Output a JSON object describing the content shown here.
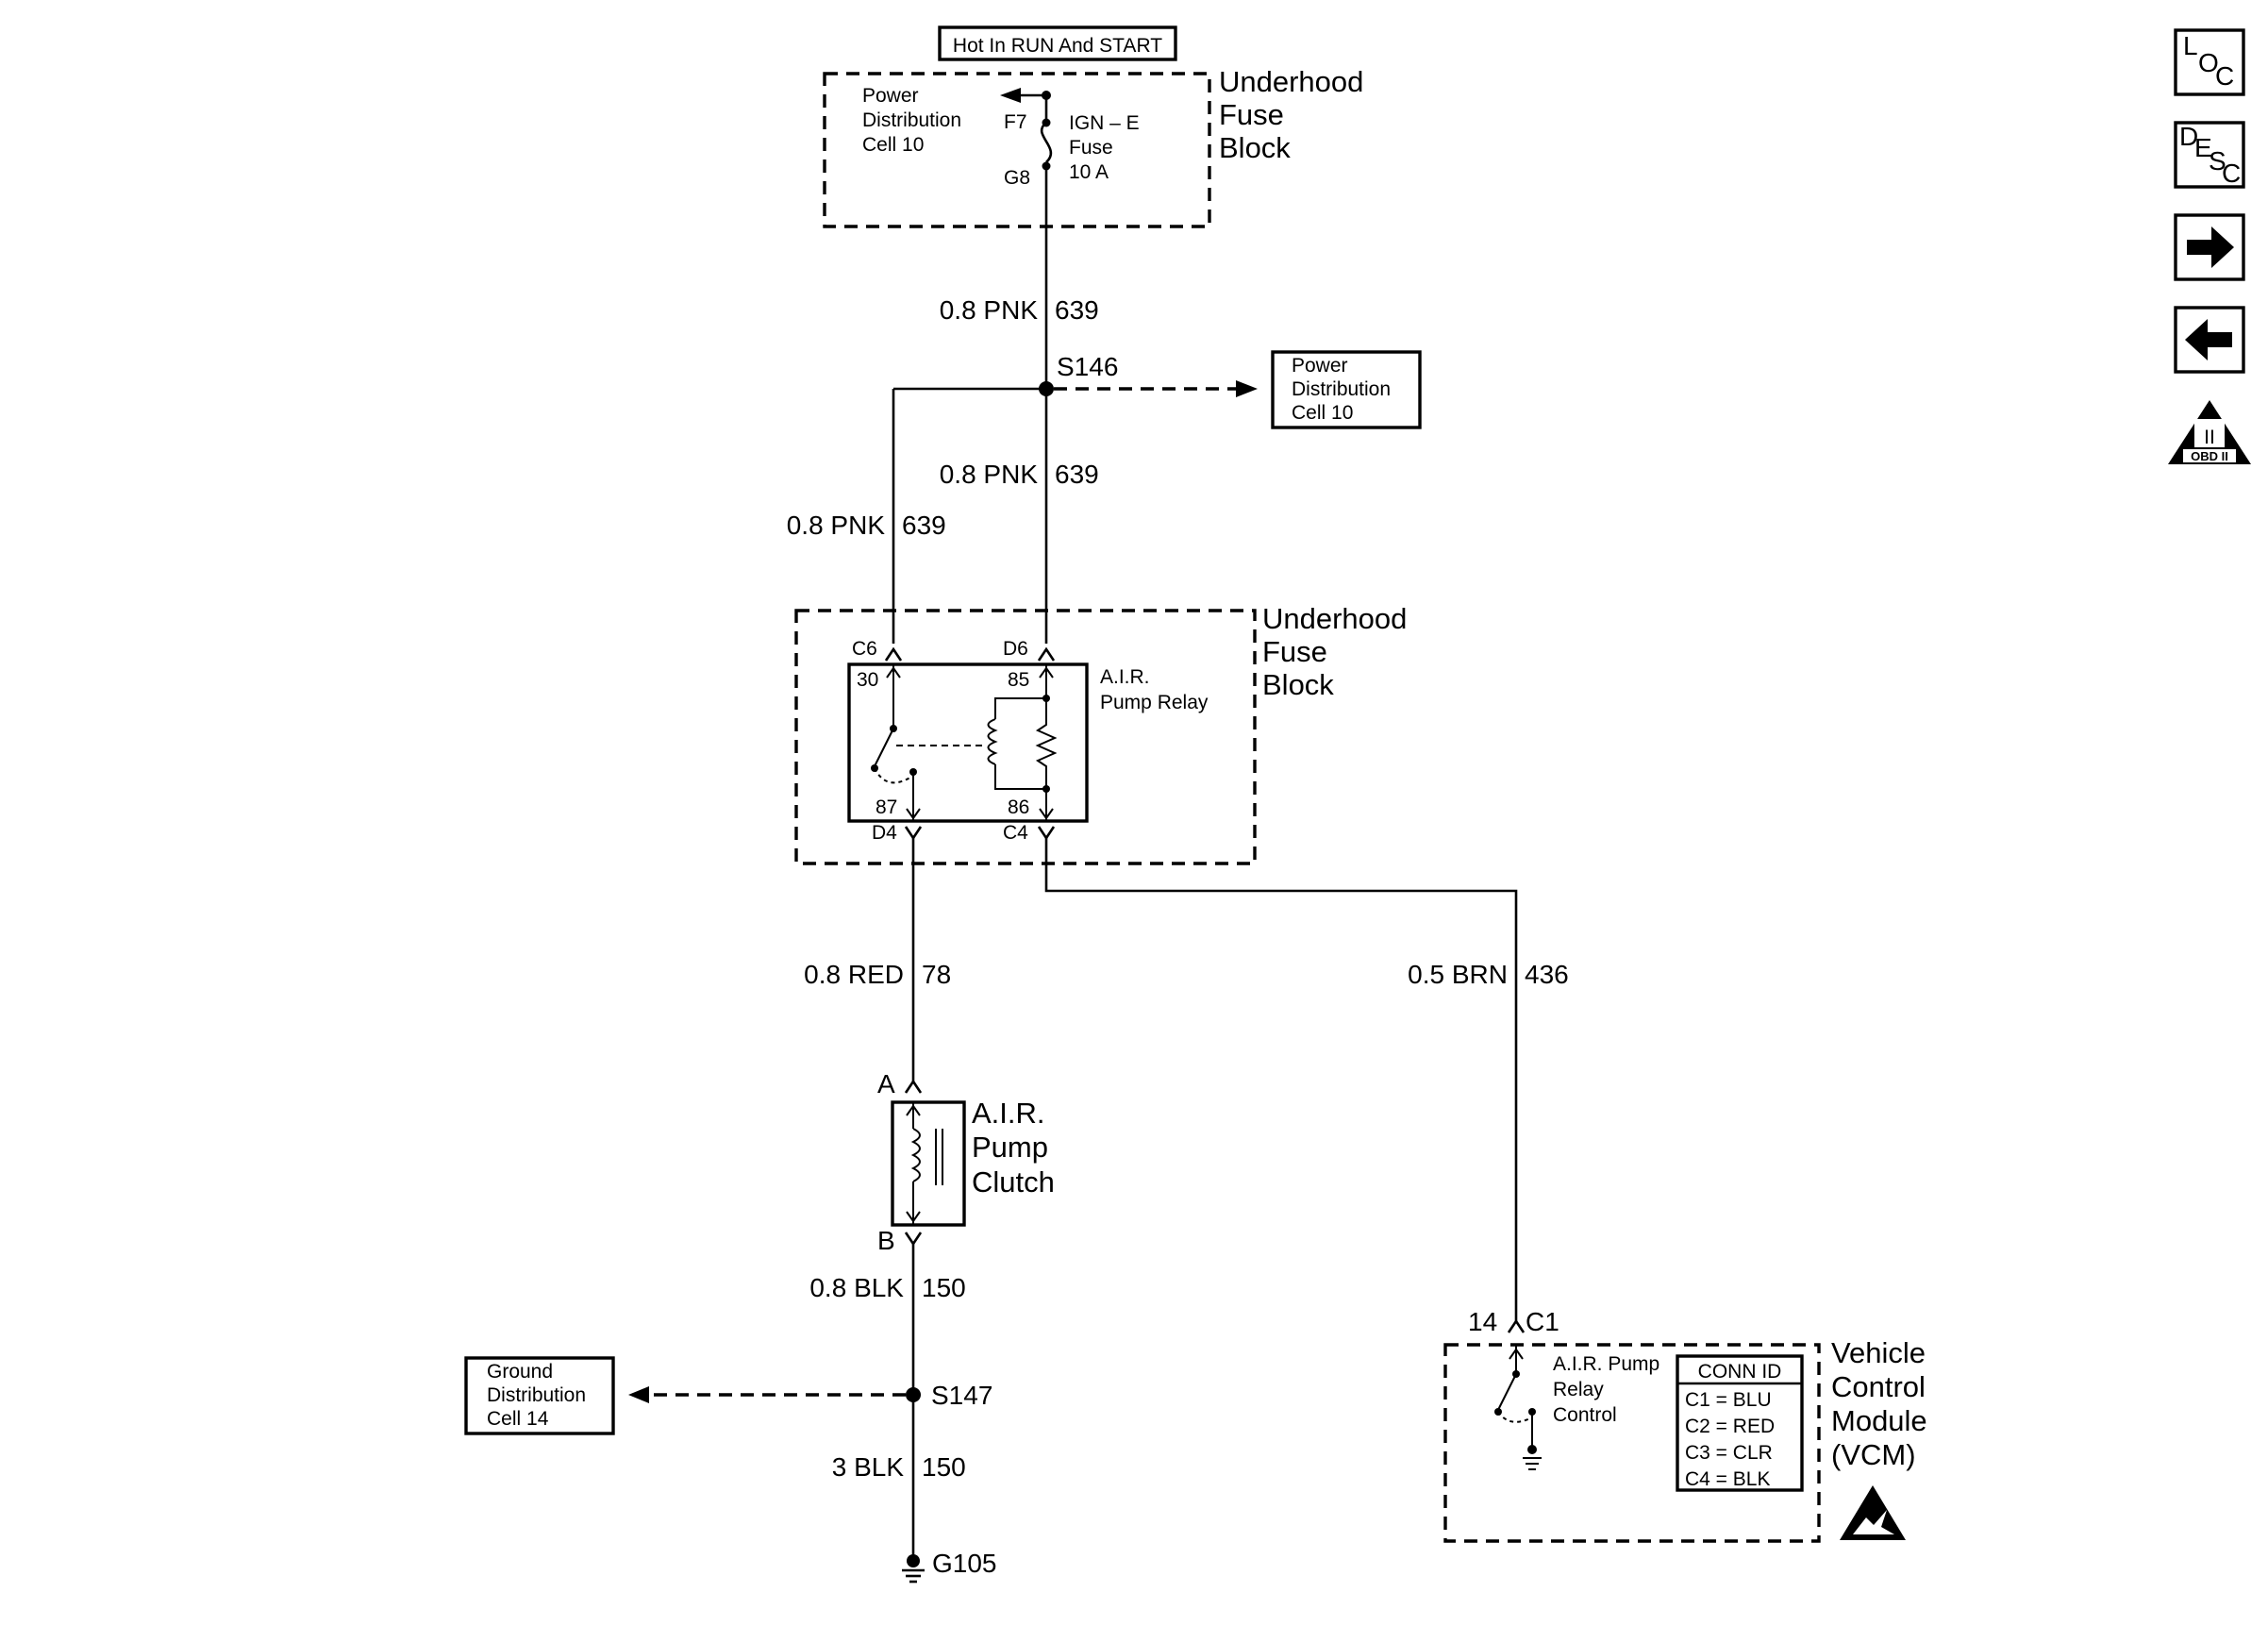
{
  "top_label": "Hot In RUN And START",
  "fuse_block_top": {
    "title": [
      "Underhood",
      "Fuse",
      "Block"
    ],
    "power_dist": [
      "Power",
      "Distribution",
      "Cell 10"
    ],
    "fuse_in": "F7",
    "fuse_out": "G8",
    "fuse_label": [
      "IGN – E",
      "Fuse",
      "10 A"
    ]
  },
  "wires": {
    "w1": "0.8 PNK",
    "w1_circuit": "639",
    "w2": "0.8 PNK",
    "w2_circuit": "639",
    "w3": "0.8 PNK",
    "w3_circuit": "639",
    "w4": "0.8 RED",
    "w4_circuit": "78",
    "w5": "0.5 BRN",
    "w5_circuit": "436",
    "w6": "0.8 BLK",
    "w6_circuit": "150",
    "w7": "3 BLK",
    "w7_circuit": "150"
  },
  "splice1": "S146",
  "splice2": "S147",
  "power_dist_box": [
    "Power",
    "Distribution",
    "Cell 10"
  ],
  "ground_dist_box": [
    "Ground",
    "Distribution",
    "Cell 14"
  ],
  "fuse_block_mid": {
    "title": [
      "Underhood",
      "Fuse",
      "Block"
    ],
    "relay_label": [
      "A.I.R.",
      "Pump Relay"
    ],
    "conn_c6": "C6",
    "conn_d6": "D6",
    "conn_d4": "D4",
    "conn_c4": "C4",
    "pin30": "30",
    "pin85": "85",
    "pin87": "87",
    "pin86": "86"
  },
  "clutch": {
    "pin_a": "A",
    "pin_b": "B",
    "label": [
      "A.I.R.",
      "Pump",
      "Clutch"
    ]
  },
  "ground": "G105",
  "vcm": {
    "pin": "14",
    "conn": "C1",
    "title": [
      "Vehicle",
      "Control",
      "Module",
      "(VCM)"
    ],
    "control_label": [
      "A.I.R. Pump",
      "Relay",
      "Control"
    ],
    "conn_table_header": "CONN ID",
    "conn_table_rows": [
      "C1 = BLU",
      "C2 = RED",
      "C3 = CLR",
      "C4 = BLK"
    ]
  },
  "nav_icons": {
    "loc": [
      "L",
      "O",
      "C"
    ],
    "desc": [
      "D",
      "E",
      "S",
      "C"
    ],
    "obd": [
      "II",
      "OBD II"
    ]
  }
}
